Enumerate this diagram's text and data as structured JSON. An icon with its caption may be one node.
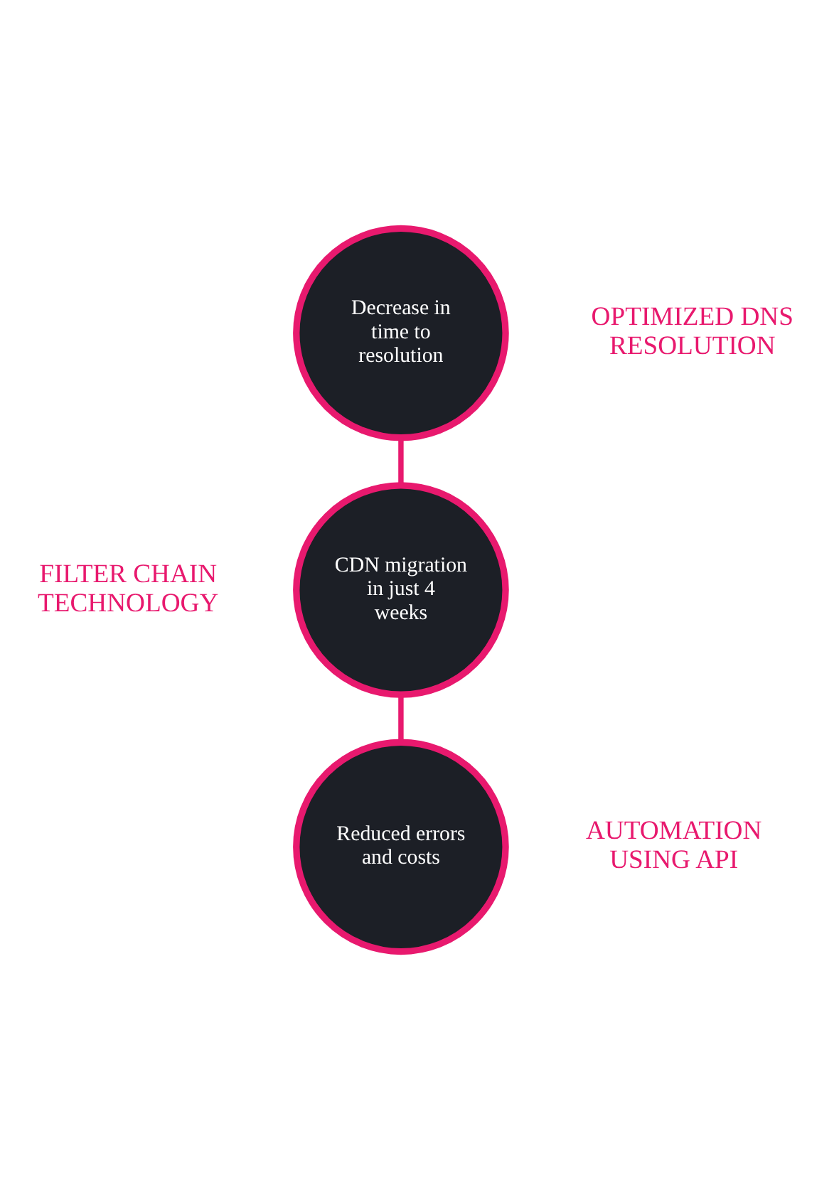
{
  "diagram": {
    "nodes": [
      {
        "text": [
          "Decrease in time to resolution"
        ],
        "beside": [
          "OPTIMIZED DNS RESOLUTION"
        ]
      },
      {
        "text": [
          "CDN migration in just 4 weeks"
        ],
        "beside": [
          "FILTER CHAIN TECHNOLOGY"
        ]
      },
      {
        "text": [
          "Reduced errors and costs"
        ],
        "beside": [
          "AUTOMATION USING API"
        ]
      }
    ],
    "edges": [
      {
        "from": 0,
        "to": 1,
        "arrow": "none"
      },
      {
        "from": 1,
        "to": 2,
        "arrow": "none"
      }
    ]
  }
}
